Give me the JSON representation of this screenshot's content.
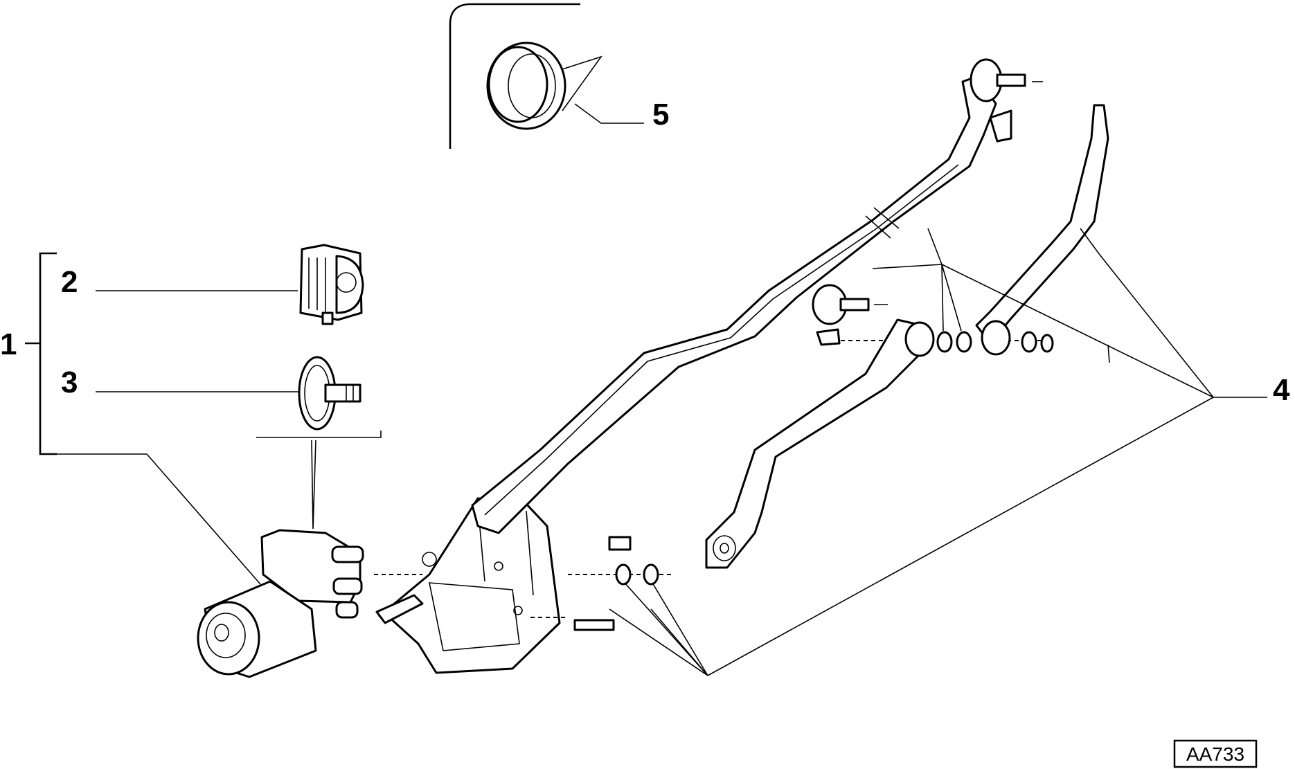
{
  "callouts": {
    "c1": "1",
    "c2": "2",
    "c3": "3",
    "c4": "4",
    "c5": "5"
  },
  "reference_code": "AA733"
}
